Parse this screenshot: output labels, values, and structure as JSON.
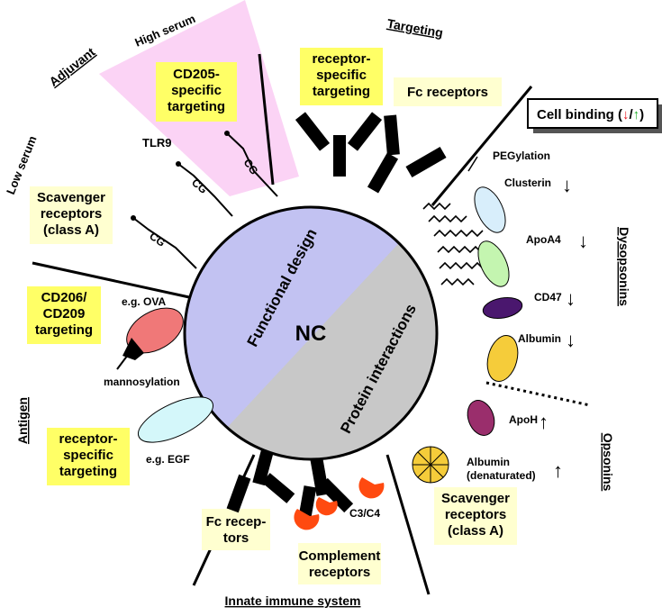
{
  "center_label": "NC",
  "halves": {
    "left": "Functional design",
    "right": "Protein interactions"
  },
  "regions": {
    "adjuvant": "Adjuvant",
    "targeting": "Targeting",
    "antigen": "Antigen",
    "innate": "Innate immune system",
    "dysopsonins": "Dysopsonins",
    "opsonins": "Opsonins"
  },
  "serum": {
    "high": "High serum",
    "low": "Low serum"
  },
  "boxes": {
    "cd205": [
      "CD205-",
      "specific",
      "targeting"
    ],
    "receptor_top": [
      "receptor-",
      "specific",
      "targeting"
    ],
    "fc_top": [
      "Fc receptors"
    ],
    "scavenger_left": [
      "Scavenger",
      "receptors",
      "(class A)"
    ],
    "cd206": [
      "CD206/",
      "CD209",
      "targeting"
    ],
    "receptor_left": [
      "receptor-",
      "specific",
      "targeting"
    ],
    "fc_bottom": [
      "Fc recep-",
      "tors"
    ],
    "complement": [
      "Complement",
      "receptors"
    ],
    "scavenger_right": [
      "Scavenger",
      "receptors",
      "(class A)"
    ]
  },
  "cell_binding": {
    "prefix": "Cell binding (",
    "sep": "/",
    "suffix": ")",
    "down_color": "#e8141c",
    "up_color": "#22b02a"
  },
  "labels": {
    "tlr9": "TLR9",
    "cg": "CG",
    "ova": "e.g. OVA",
    "mannosylation": "mannosylation",
    "egf": "e.g. EGF",
    "c3c4": "C3/C4",
    "pegylation": "PEGylation",
    "clusterin": "Clusterin",
    "apoa4": "ApoA4",
    "cd47": "CD47",
    "albumin": "Albumin",
    "apoh": "ApoH",
    "albumin_den_1": "Albumin",
    "albumin_den_2": "(denaturated)"
  },
  "colors": {
    "box_fill": "#ffff66",
    "box_fill_pale": "#ffffd0",
    "left_half": "#c2c2f2",
    "right_half": "#c8c8c8",
    "high_serum": "#fbd3f5"
  }
}
